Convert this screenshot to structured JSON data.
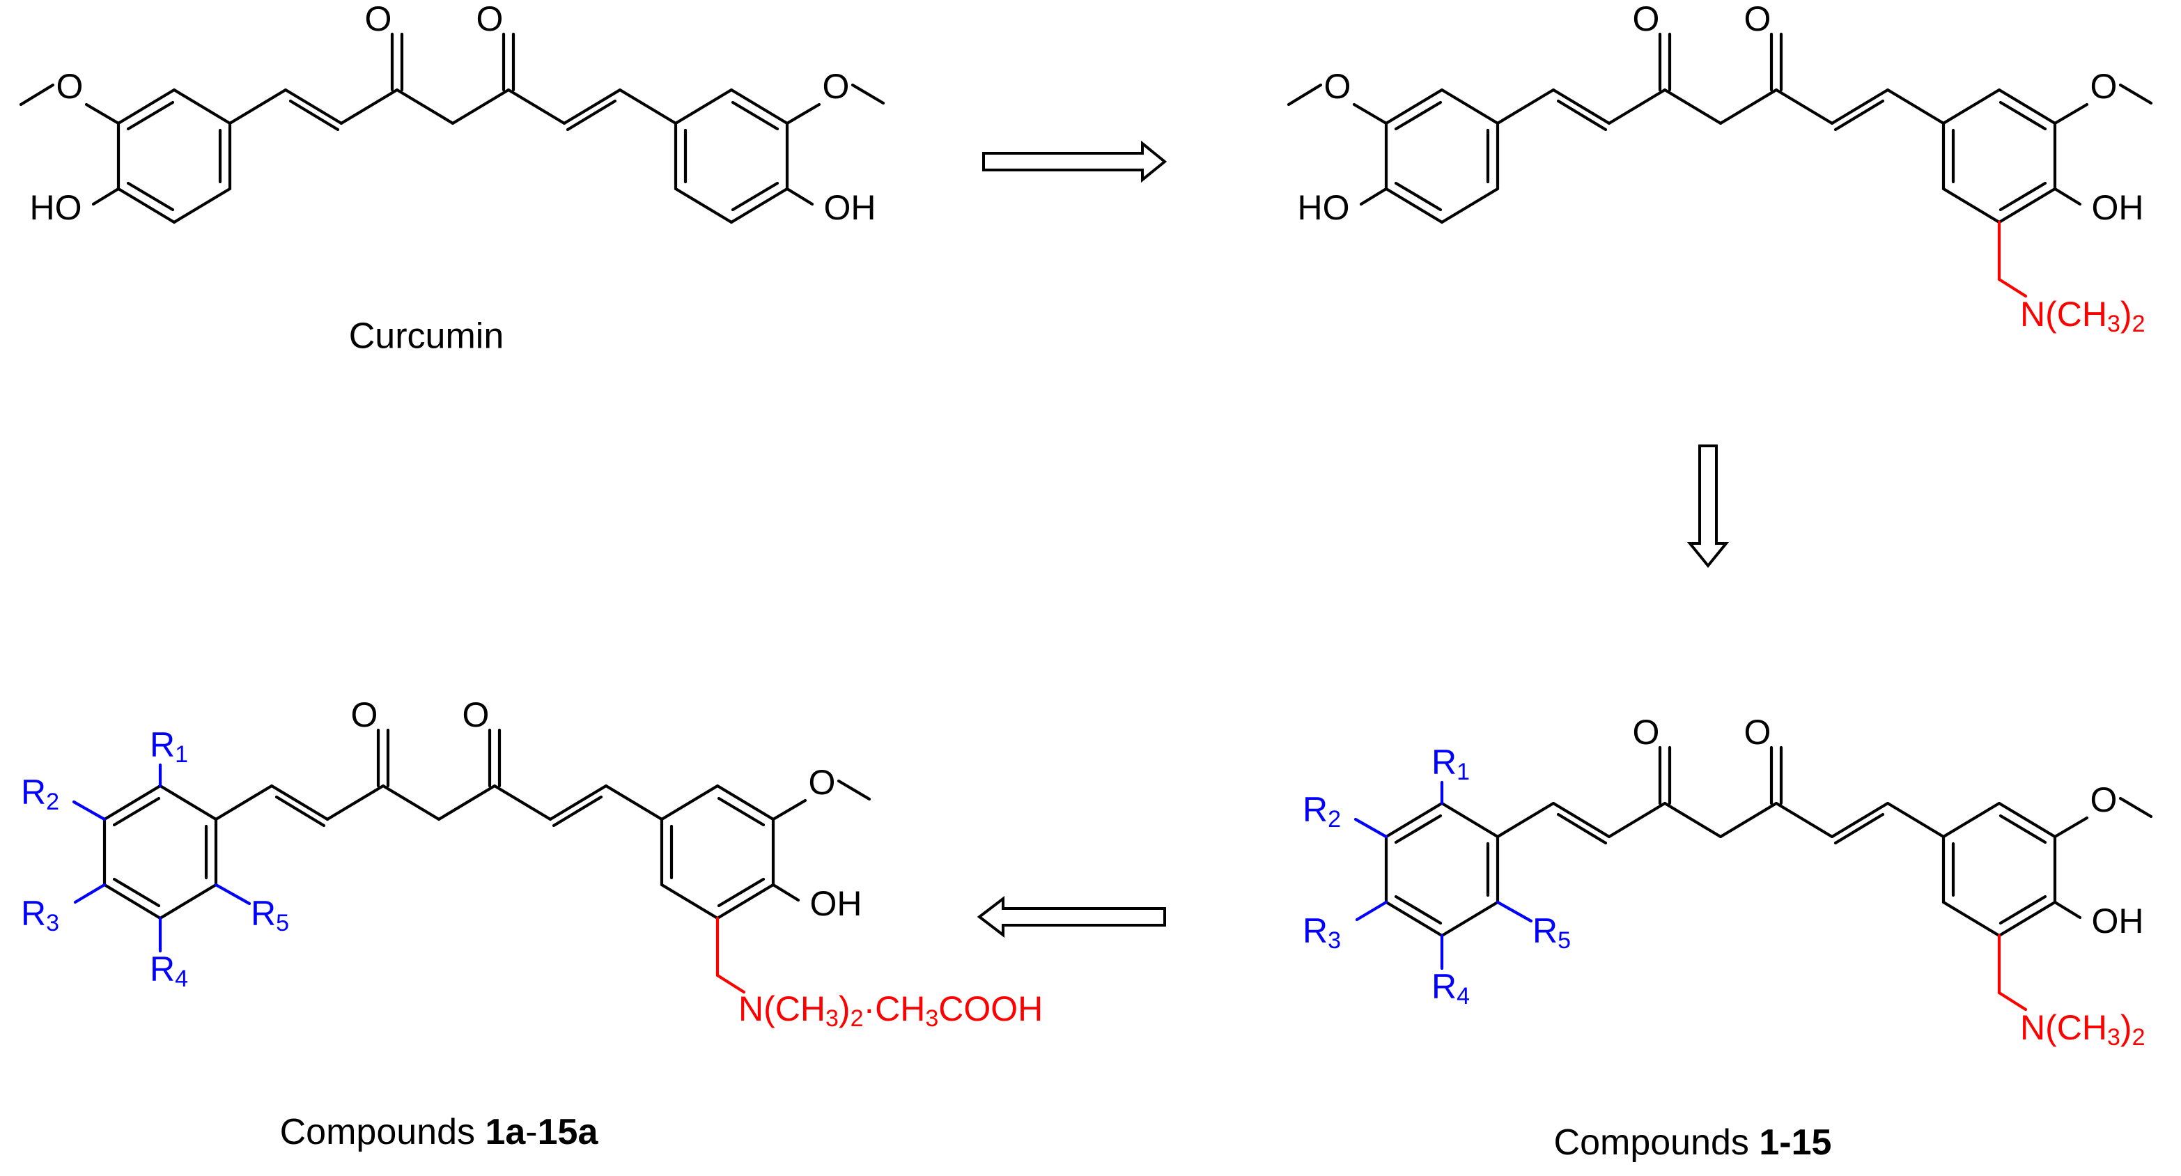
{
  "captions": {
    "curcumin": "Curcumin",
    "compounds_1_15_prefix": "Compounds ",
    "compounds_1_15_bold": "1-15",
    "compounds_1a_15a_prefix": "Compounds ",
    "compounds_1a_15a_bold": "1a",
    "compounds_1a_15a_dash": "-",
    "compounds_1a_15a_bold2": "15a"
  },
  "atoms": {
    "carbonyl_oxygen": "O",
    "hydroxyl": "OH",
    "hydroxyl_left": "HO",
    "methoxy_oxygen": "O",
    "substituent_R": "R",
    "r_sub_1": "1",
    "r_sub_2": "2",
    "r_sub_3": "3",
    "r_sub_4": "4",
    "r_sub_5": "5",
    "amine_prefix": "N(CH",
    "amine_sub": "3",
    "amine_close": ")",
    "amine_sub2": "2",
    "salt_suffix": "·CH",
    "salt_sub": "3",
    "salt_end": "COOH"
  },
  "colors": {
    "skeleton": "#000000",
    "mannich_group": "#ff0000",
    "variable_substituents": "#0000ff"
  }
}
